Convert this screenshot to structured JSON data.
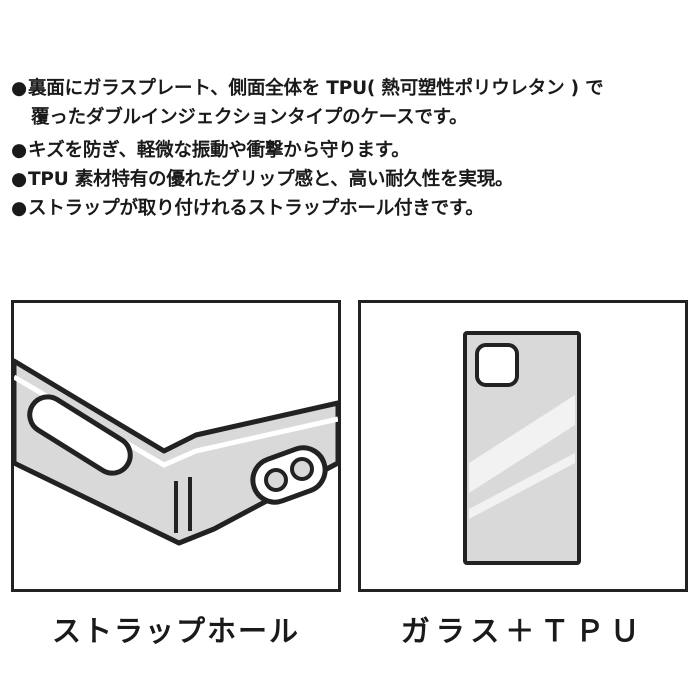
{
  "features": {
    "bullet_symbol": "●",
    "items": [
      {
        "text": "裏面にガラスプレート、側面全体を TPU( 熱可塑性ポリウレタン ) で",
        "continuation": "覆ったダブルインジェクションタイプのケースです。"
      },
      {
        "text": "キズを防ぎ、軽微な振動や衝撃から守ります。"
      },
      {
        "text": "TPU 素材特有の優れたグリップ感と、高い耐久性を実現。"
      },
      {
        "text": "ストラップが取り付けれるストラップホール付きです。"
      }
    ]
  },
  "figures": {
    "left_caption": "ストラップホール",
    "right_caption": "ガラス＋ＴＰＵ"
  },
  "colors": {
    "outline": "#222222",
    "case_fill": "#d9d9d9",
    "glass_highlight": "#f2f2f2"
  }
}
